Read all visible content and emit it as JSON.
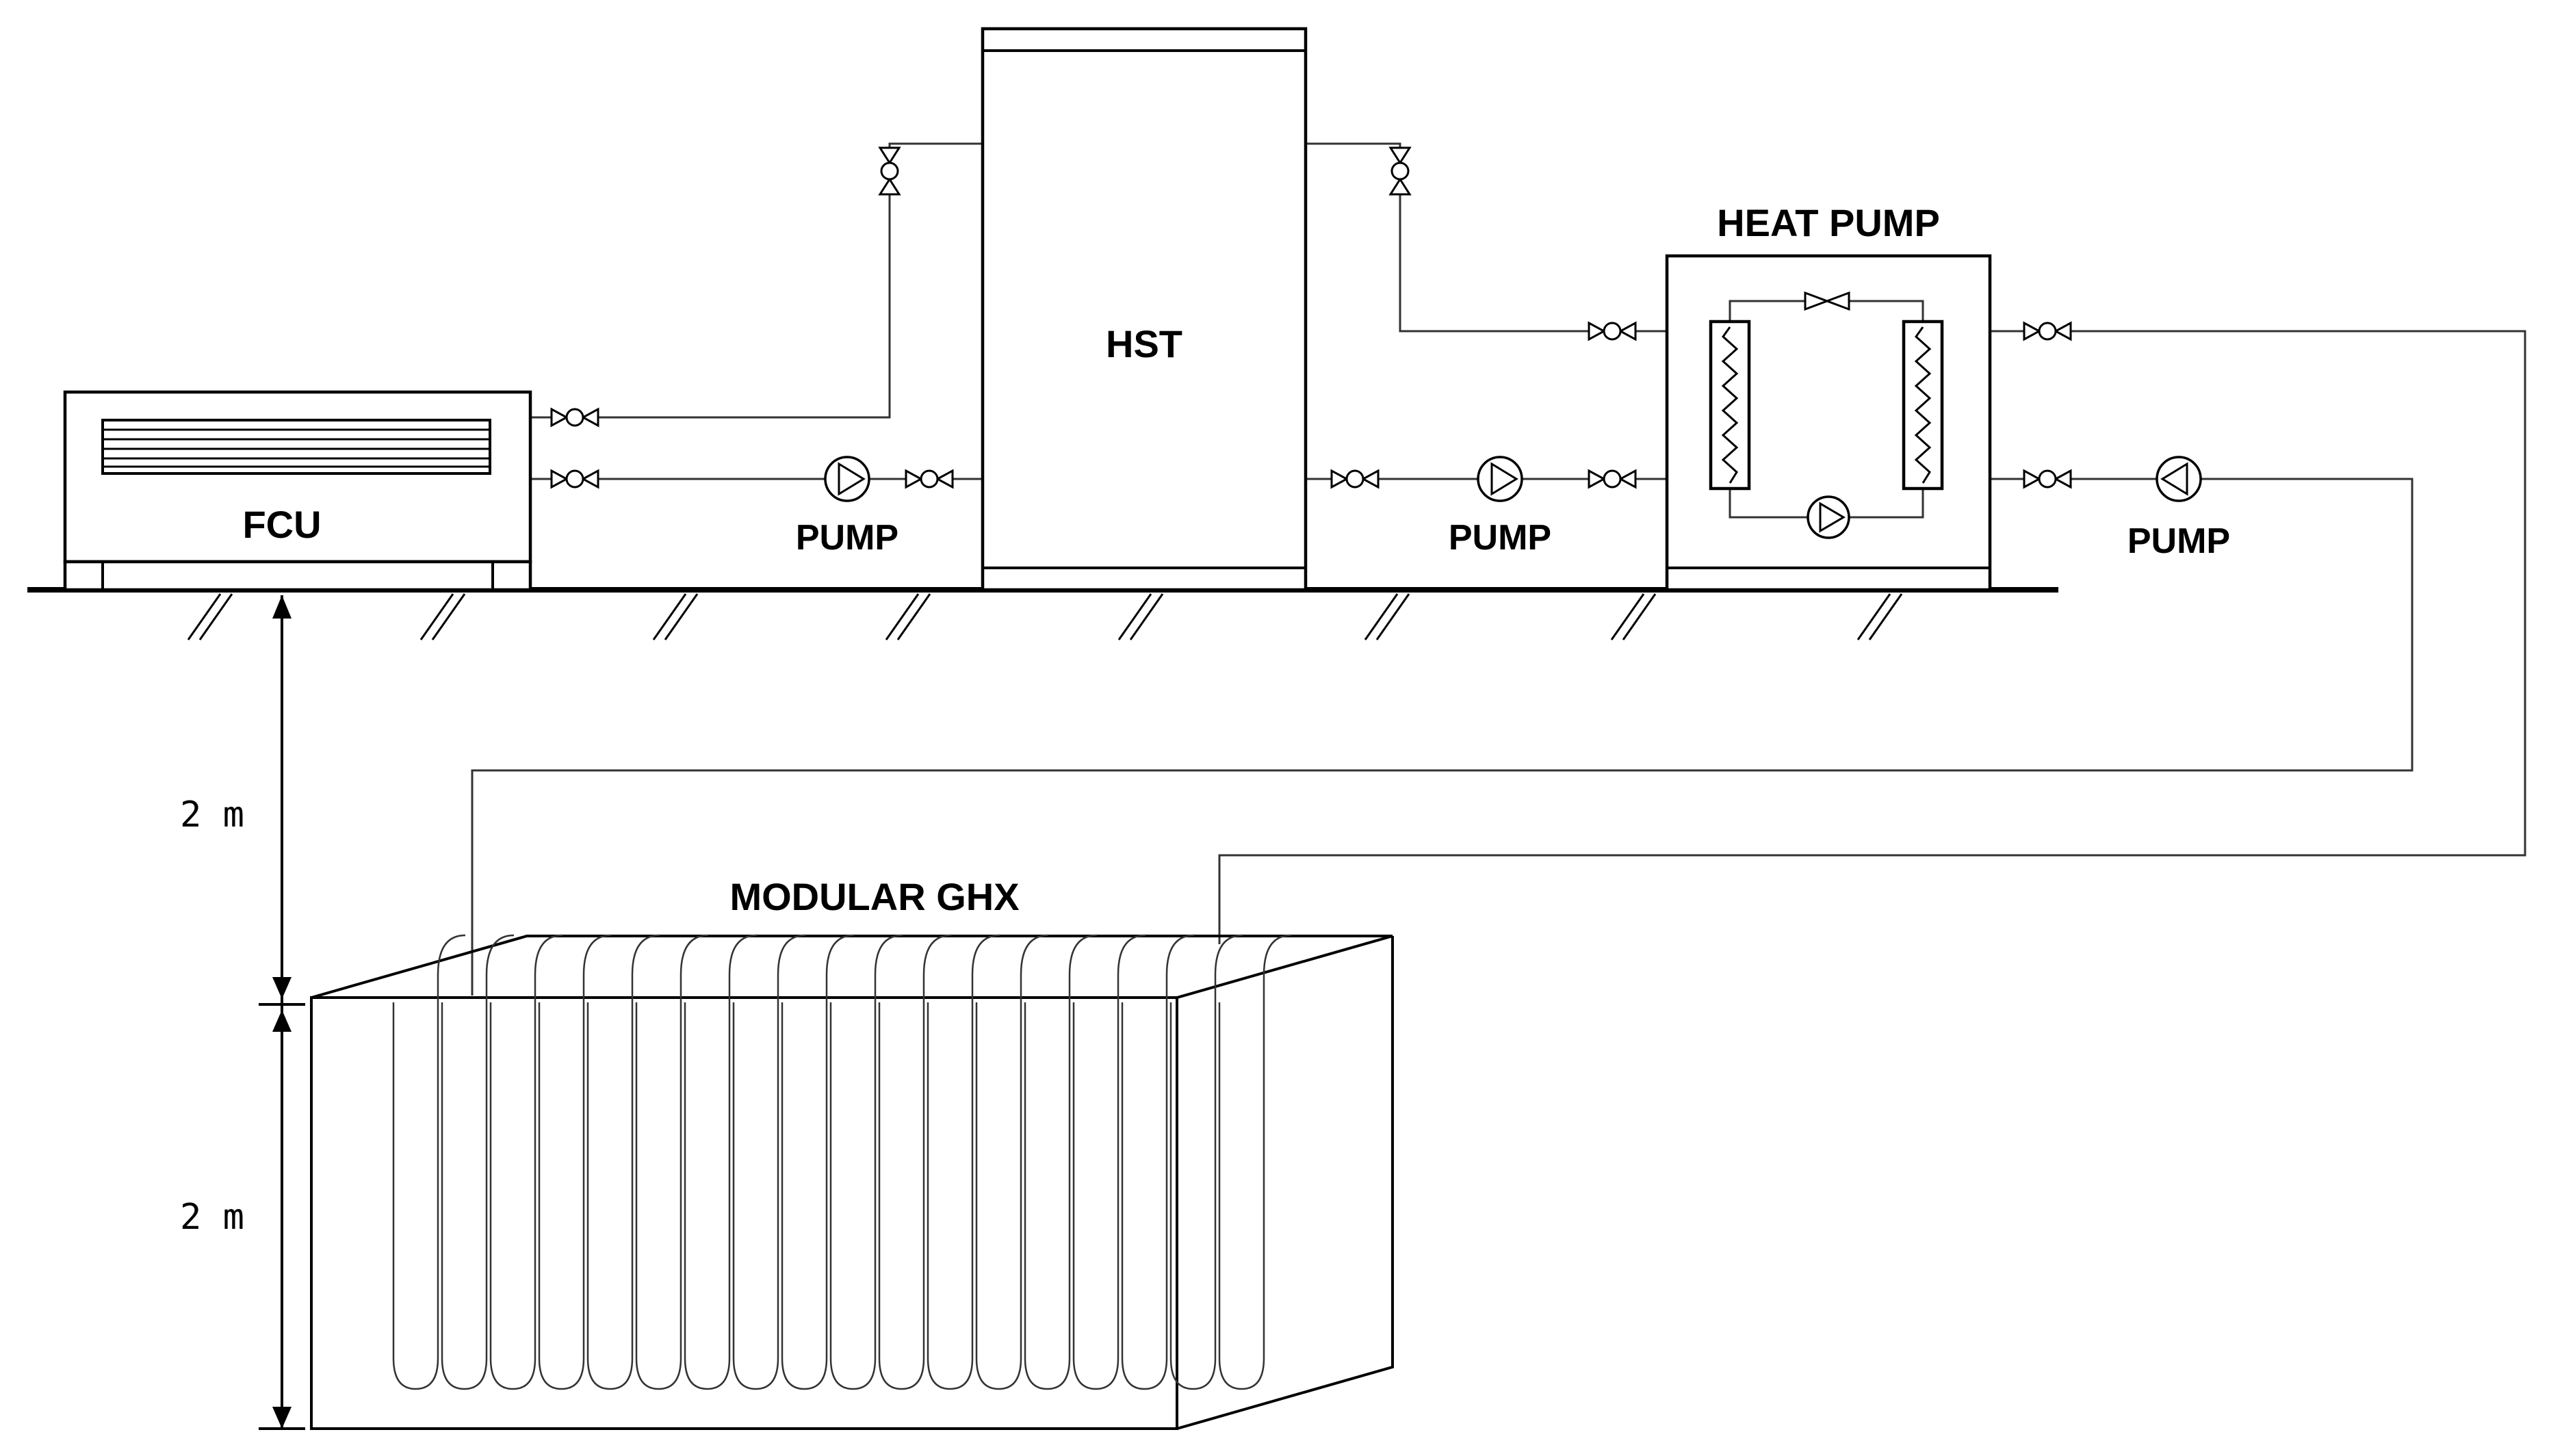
{
  "labels": {
    "fcu": "FCU",
    "hst": "HST",
    "heat_pump": "HEAT PUMP",
    "modular_ghx": "MODULAR GHX",
    "pump_1": "PUMP",
    "pump_2": "PUMP",
    "pump_3": "PUMP"
  },
  "dimensions": {
    "depth_to_top": "2 m",
    "module_height": "2 m"
  },
  "ghx": {
    "loop_count": 18
  },
  "icons": {
    "valve": "gate-valve-icon",
    "pump": "circulation-pump-icon",
    "expansion_valve": "expansion-valve-icon",
    "heat_exchanger": "heat-exchanger-icon",
    "ground": "ground-hatch-icon"
  }
}
